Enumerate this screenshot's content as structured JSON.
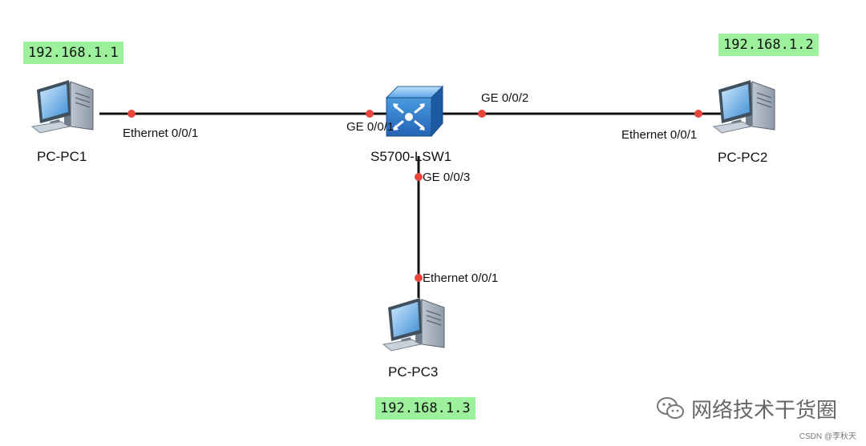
{
  "devices": {
    "pc1": {
      "name": "PC-PC1",
      "ip": "192.168.1.1",
      "port": "Ethernet 0/0/1"
    },
    "pc2": {
      "name": "PC-PC2",
      "ip": "192.168.1.2",
      "port": "Ethernet 0/0/1"
    },
    "pc3": {
      "name": "PC-PC3",
      "ip": "192.168.1.3",
      "port": "Ethernet 0/0/1"
    },
    "switch": {
      "name": "S5700-LSW1",
      "ports": {
        "to_pc1": "GE 0/0/1",
        "to_pc2": "GE 0/0/2",
        "to_pc3": "GE 0/0/3"
      }
    }
  },
  "watermark": {
    "text": "网络技术干货圈",
    "icon": "wechat-icon"
  },
  "credit": "CSDN @李秋天",
  "colors": {
    "link": "#111111",
    "port_dot": "#e8453c",
    "ip_bg": "#9df19d",
    "switch_blue": "#3b8ed8",
    "pc_blue": "#5aa9e6"
  }
}
